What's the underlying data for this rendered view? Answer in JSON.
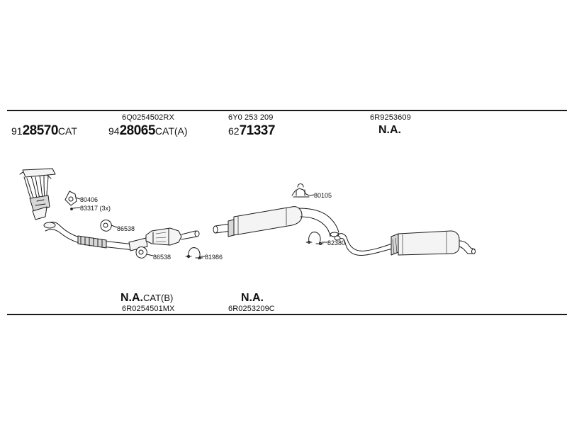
{
  "top_labels": {
    "col1": {
      "prefix": "91",
      "bold": "28570",
      "suffix": "CAT"
    },
    "col2": {
      "code": "6Q0254502RX",
      "prefix": "94",
      "bold": "28065",
      "suffix": "CAT(A)"
    },
    "col3": {
      "code": "6Y0 253 209",
      "prefix": "62",
      "bold": "71337"
    },
    "col4": {
      "code": "6R9253609",
      "na": "N.A."
    }
  },
  "bottom_labels": {
    "col2": {
      "na": "N.A.",
      "suffix": "CAT(B)",
      "code": "6R0254501MX"
    },
    "col3": {
      "na": "N.A.",
      "code": "6R0253209C"
    }
  },
  "part_labels": {
    "gasket": "80406",
    "bolts": "83317 (3x)",
    "flange_upper": "86538",
    "flange_lower": "86538",
    "clamp_mid": "81986",
    "hanger_top": "80105",
    "clamp_rear": "82380"
  },
  "colors": {
    "line": "#1a1a1a",
    "fill_light": "#f4f4f4",
    "fill_mid": "#d8d8d8"
  }
}
